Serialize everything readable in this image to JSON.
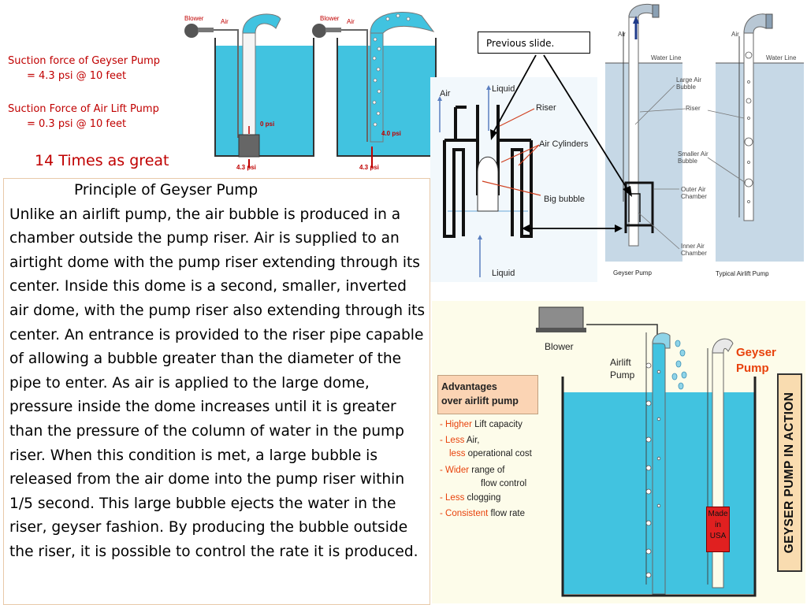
{
  "notes": {
    "geyser_suction_line1": "Suction force of Geyser Pump",
    "geyser_suction_line2": "= 4.3 psi @ 10 feet",
    "airlift_suction_line1": "Suction Force of Air Lift Pump",
    "airlift_suction_line2": "= 0.3 psi @ 10 feet",
    "comparison": "14 Times as great"
  },
  "top_diagram": {
    "blower_left": "Blower",
    "air_left": "Air",
    "blower_right": "Blower",
    "air_right": "Air",
    "psi_zero": "0 psi",
    "psi_four": "4.0 psi",
    "psi_bottom_left": "4.3 psi",
    "psi_bottom_right": "4.3 psi"
  },
  "principle": {
    "title": "Principle of Geyser Pump",
    "body": "Unlike an airlift pump, the air bubble is produced in a chamber outside the pump riser. Air is supplied to an airtight dome with the pump riser extending through its center. Inside this dome is a second, smaller, inverted air dome, with the pump riser also extending through its center. An entrance is provided to the riser pipe capable of allowing a bubble greater than the diameter of the pipe to enter. As air is applied to the large dome, pressure inside the dome increases until it is greater than the pressure of the column of water in the pump riser. When this condition is met, a large bubble is released from the air dome into the pump riser within 1/5 second. This large bubble ejects the water in the riser, geyser fashion. By producing the bubble outside the riser, it is possible to control the rate it is produced."
  },
  "previous_slide": "Previous slide.",
  "middle_diagram": {
    "air": "Air",
    "liquid_top": "Liquid",
    "riser": "Riser",
    "air_cylinders": "Air Cylinders",
    "big_bubble": "Big bubble",
    "liquid_bottom": "Liquid"
  },
  "right_diagram": {
    "air_left": "Air",
    "air_right": "Air",
    "water_line_left": "Water Line",
    "water_line_right": "Water Line",
    "large_air_bubble_1": "Large Air",
    "large_air_bubble_2": "Bubble",
    "riser": "Riser",
    "smaller_air_bubble_1": "Smaller Air",
    "smaller_air_bubble_2": "Bubble",
    "outer_chamber_1": "Outer Air",
    "outer_chamber_2": "Chamber",
    "inner_chamber_1": "Inner Air",
    "inner_chamber_2": "Chamber",
    "caption_geyser": "Geyser Pump",
    "caption_airlift": "Typical Airlift Pump"
  },
  "action": {
    "blower": "Blower",
    "airlift_1": "Airlift",
    "airlift_2": "Pump",
    "geyser_1": "Geyser",
    "geyser_2": "Pump",
    "advantages_1": "Advantages",
    "advantages_2": "over airlift pump",
    "banner": "GEYSER PUMP IN ACTION",
    "made_1": "Made",
    "made_2": "in",
    "made_3": "USA",
    "adv_items": [
      {
        "hl": "- Higher",
        "rest": " Lift capacity"
      },
      {
        "hl": "- Less",
        "rest": " Air,"
      },
      {
        "hl": "less",
        "rest": " operational cost"
      },
      {
        "hl": "- Wider",
        "rest": " range of"
      },
      {
        "hl": "",
        "rest": "flow control"
      },
      {
        "hl": "- Less",
        "rest": " clogging"
      },
      {
        "hl": "- Consistent",
        "rest": " flow rate"
      }
    ]
  },
  "colors": {
    "water": "#41c3e0",
    "accent_red": "#c00000",
    "orange": "#e8420c",
    "panel_bg": "#fdfcea"
  }
}
